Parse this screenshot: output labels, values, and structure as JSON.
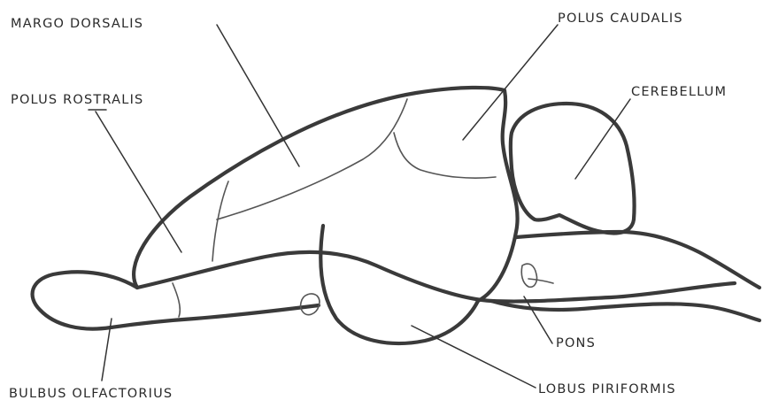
{
  "labels": {
    "margo_dorsalis": "MARGO DORSALIS",
    "polus_caudalis": "POLUS CAUDALIS",
    "polus_rostralis": "POLUS ROSTRALIS",
    "cerebellum": "CEREBELLUM",
    "pons": "PONS",
    "bulbus_olfactorius": "BULBUS OLFACTORIUS",
    "lobus_piriformis": "LOBUS PIRIFORMIS"
  },
  "colors": {
    "line": "#3a3a3a",
    "text": "#2a2a2a",
    "background": "#ffffff"
  }
}
